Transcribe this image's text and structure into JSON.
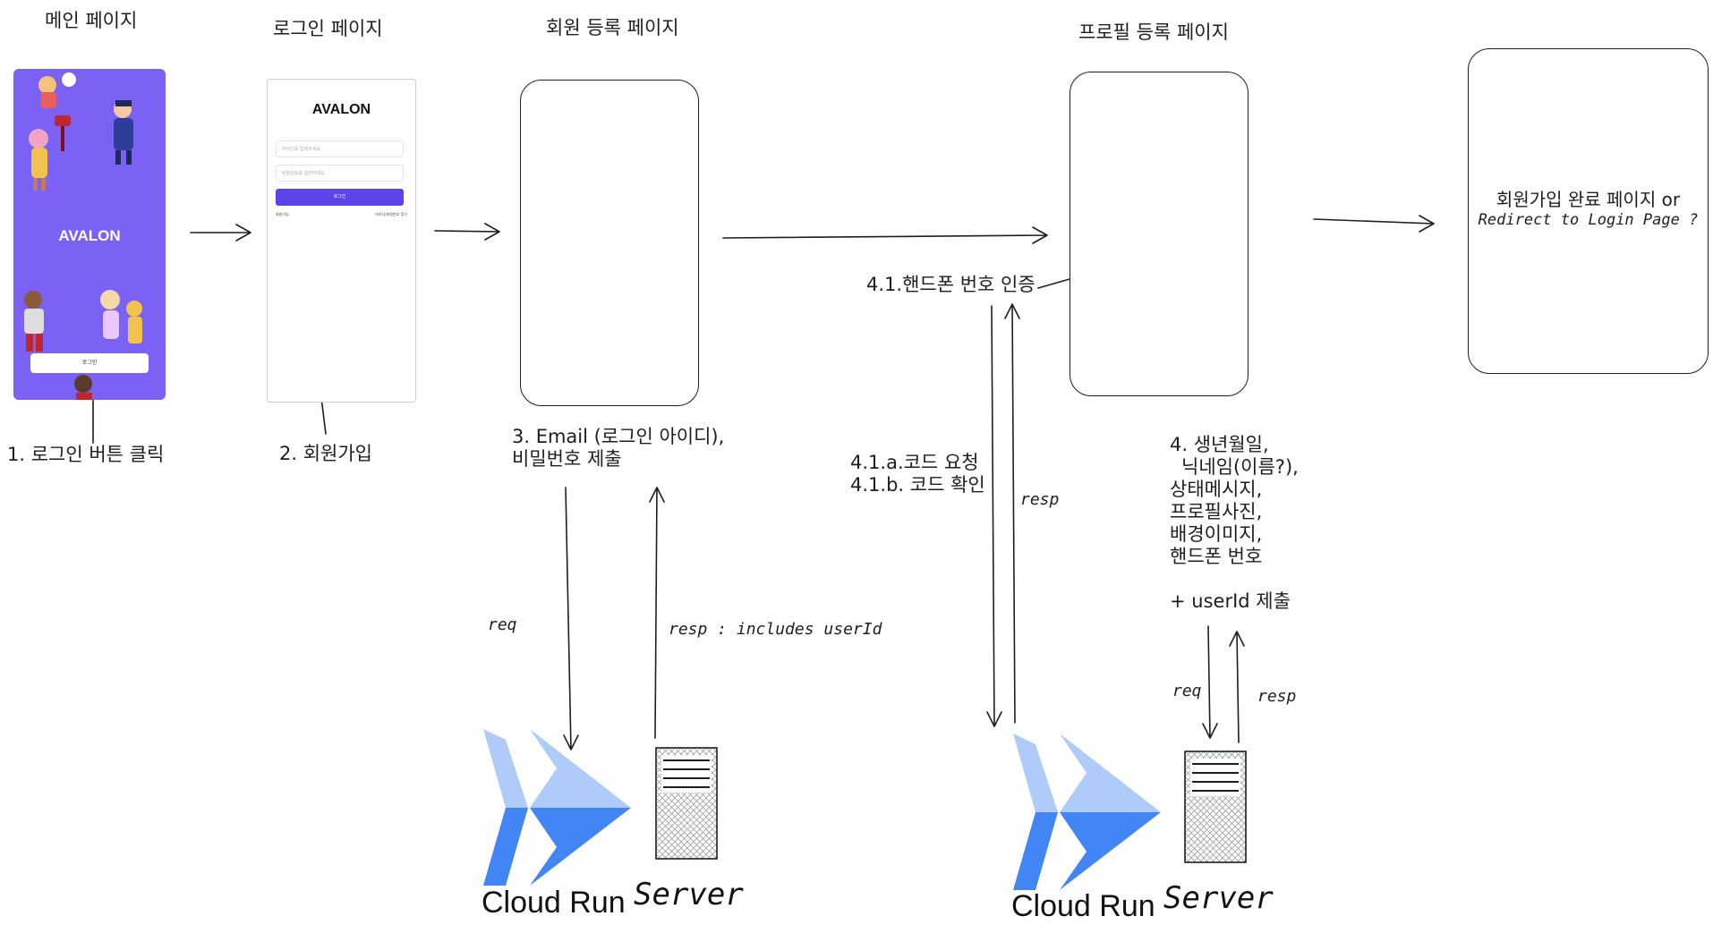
{
  "titles": {
    "main": "메인 페이지",
    "login": "로그인 페이지",
    "register": "회원 등록 페이지",
    "profile": "프로필 등록 페이지"
  },
  "main_screen": {
    "brand": "AVALON",
    "login_button": "로그인"
  },
  "login_screen": {
    "brand": "AVALON",
    "id_placeholder": "아이디를 입력하세요",
    "pw_placeholder": "비밀번호를 입력하세요",
    "login_button": "로그인",
    "signup_link": "회원가입",
    "find_link": "아이디/비밀번호 찾기"
  },
  "steps": {
    "step1": "1. 로그인 버튼 클릭",
    "step2": "2. 회원가입",
    "step3_line1": "3. Email (로그인 아이디),",
    "step3_line2": "비밀번호 제출",
    "step41": "4.1.핸드폰 번호 인증",
    "step41a": "4.1.a.코드 요청",
    "step41b": "4.1.b. 코드 확인",
    "step4_lines": [
      "4. 생년월일,",
      "닉네임(이름?),",
      "상태메시지,",
      "프로필사진,",
      "배경이미지,",
      "핸드폰 번호"
    ],
    "step4_extra": "+ userId 제출"
  },
  "done": {
    "line1": "회원가입 완료 페이지 or",
    "line2": "Redirect to Login Page ?"
  },
  "arrows_text": {
    "req1": "req",
    "resp1": "resp : includes userId",
    "resp_phone": "resp",
    "req2": "req",
    "resp2": "resp"
  },
  "services": {
    "cloud_run_1": "Cloud Run",
    "server_1": "Server",
    "cloud_run_2": "Cloud Run",
    "server_2": "Server"
  },
  "colors": {
    "accent": "#7b62f5",
    "button": "#5b44e8",
    "cloud_light": "#aecbfa",
    "cloud_dark": "#4285f4"
  }
}
